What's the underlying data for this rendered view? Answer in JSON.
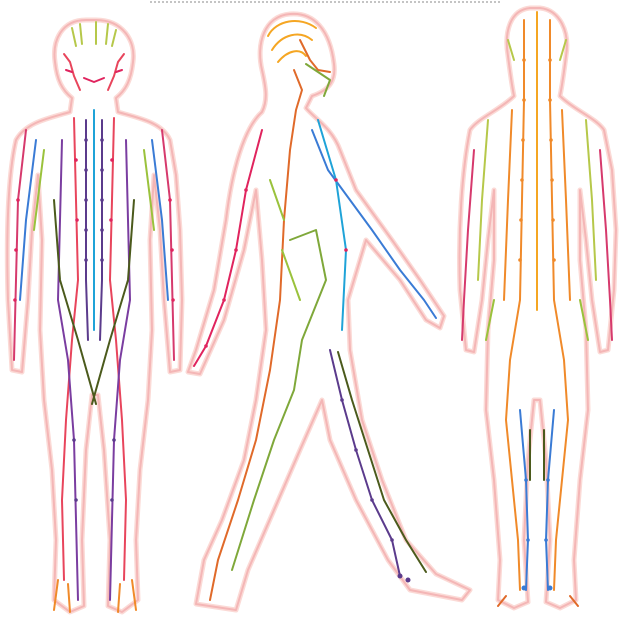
{
  "image": {
    "subject": "acupuncture-meridian-charts",
    "views": [
      "front",
      "side",
      "back"
    ]
  },
  "colors": {
    "background": "#ffffff",
    "outline_inner": "#f4b6b6",
    "outline_outer": "#fbdad6",
    "top_rule": "#8a8a8a",
    "meridians": {
      "lung": "#d63a6d",
      "large_intestine": "#9ac23c",
      "stomach": "#e8455c",
      "spleen": "#5b3b8c",
      "heart": "#e0245e",
      "small_intestine": "#b6c84a",
      "bladder": "#f08a2a",
      "kidney": "#7a3da0",
      "pericardium": "#3a7bd5",
      "triple_burner": "#7fa83a",
      "gall_bladder": "#e06a2a",
      "liver": "#4b5a1c",
      "conception": "#1fa3d8",
      "governing": "#f5a623"
    }
  }
}
